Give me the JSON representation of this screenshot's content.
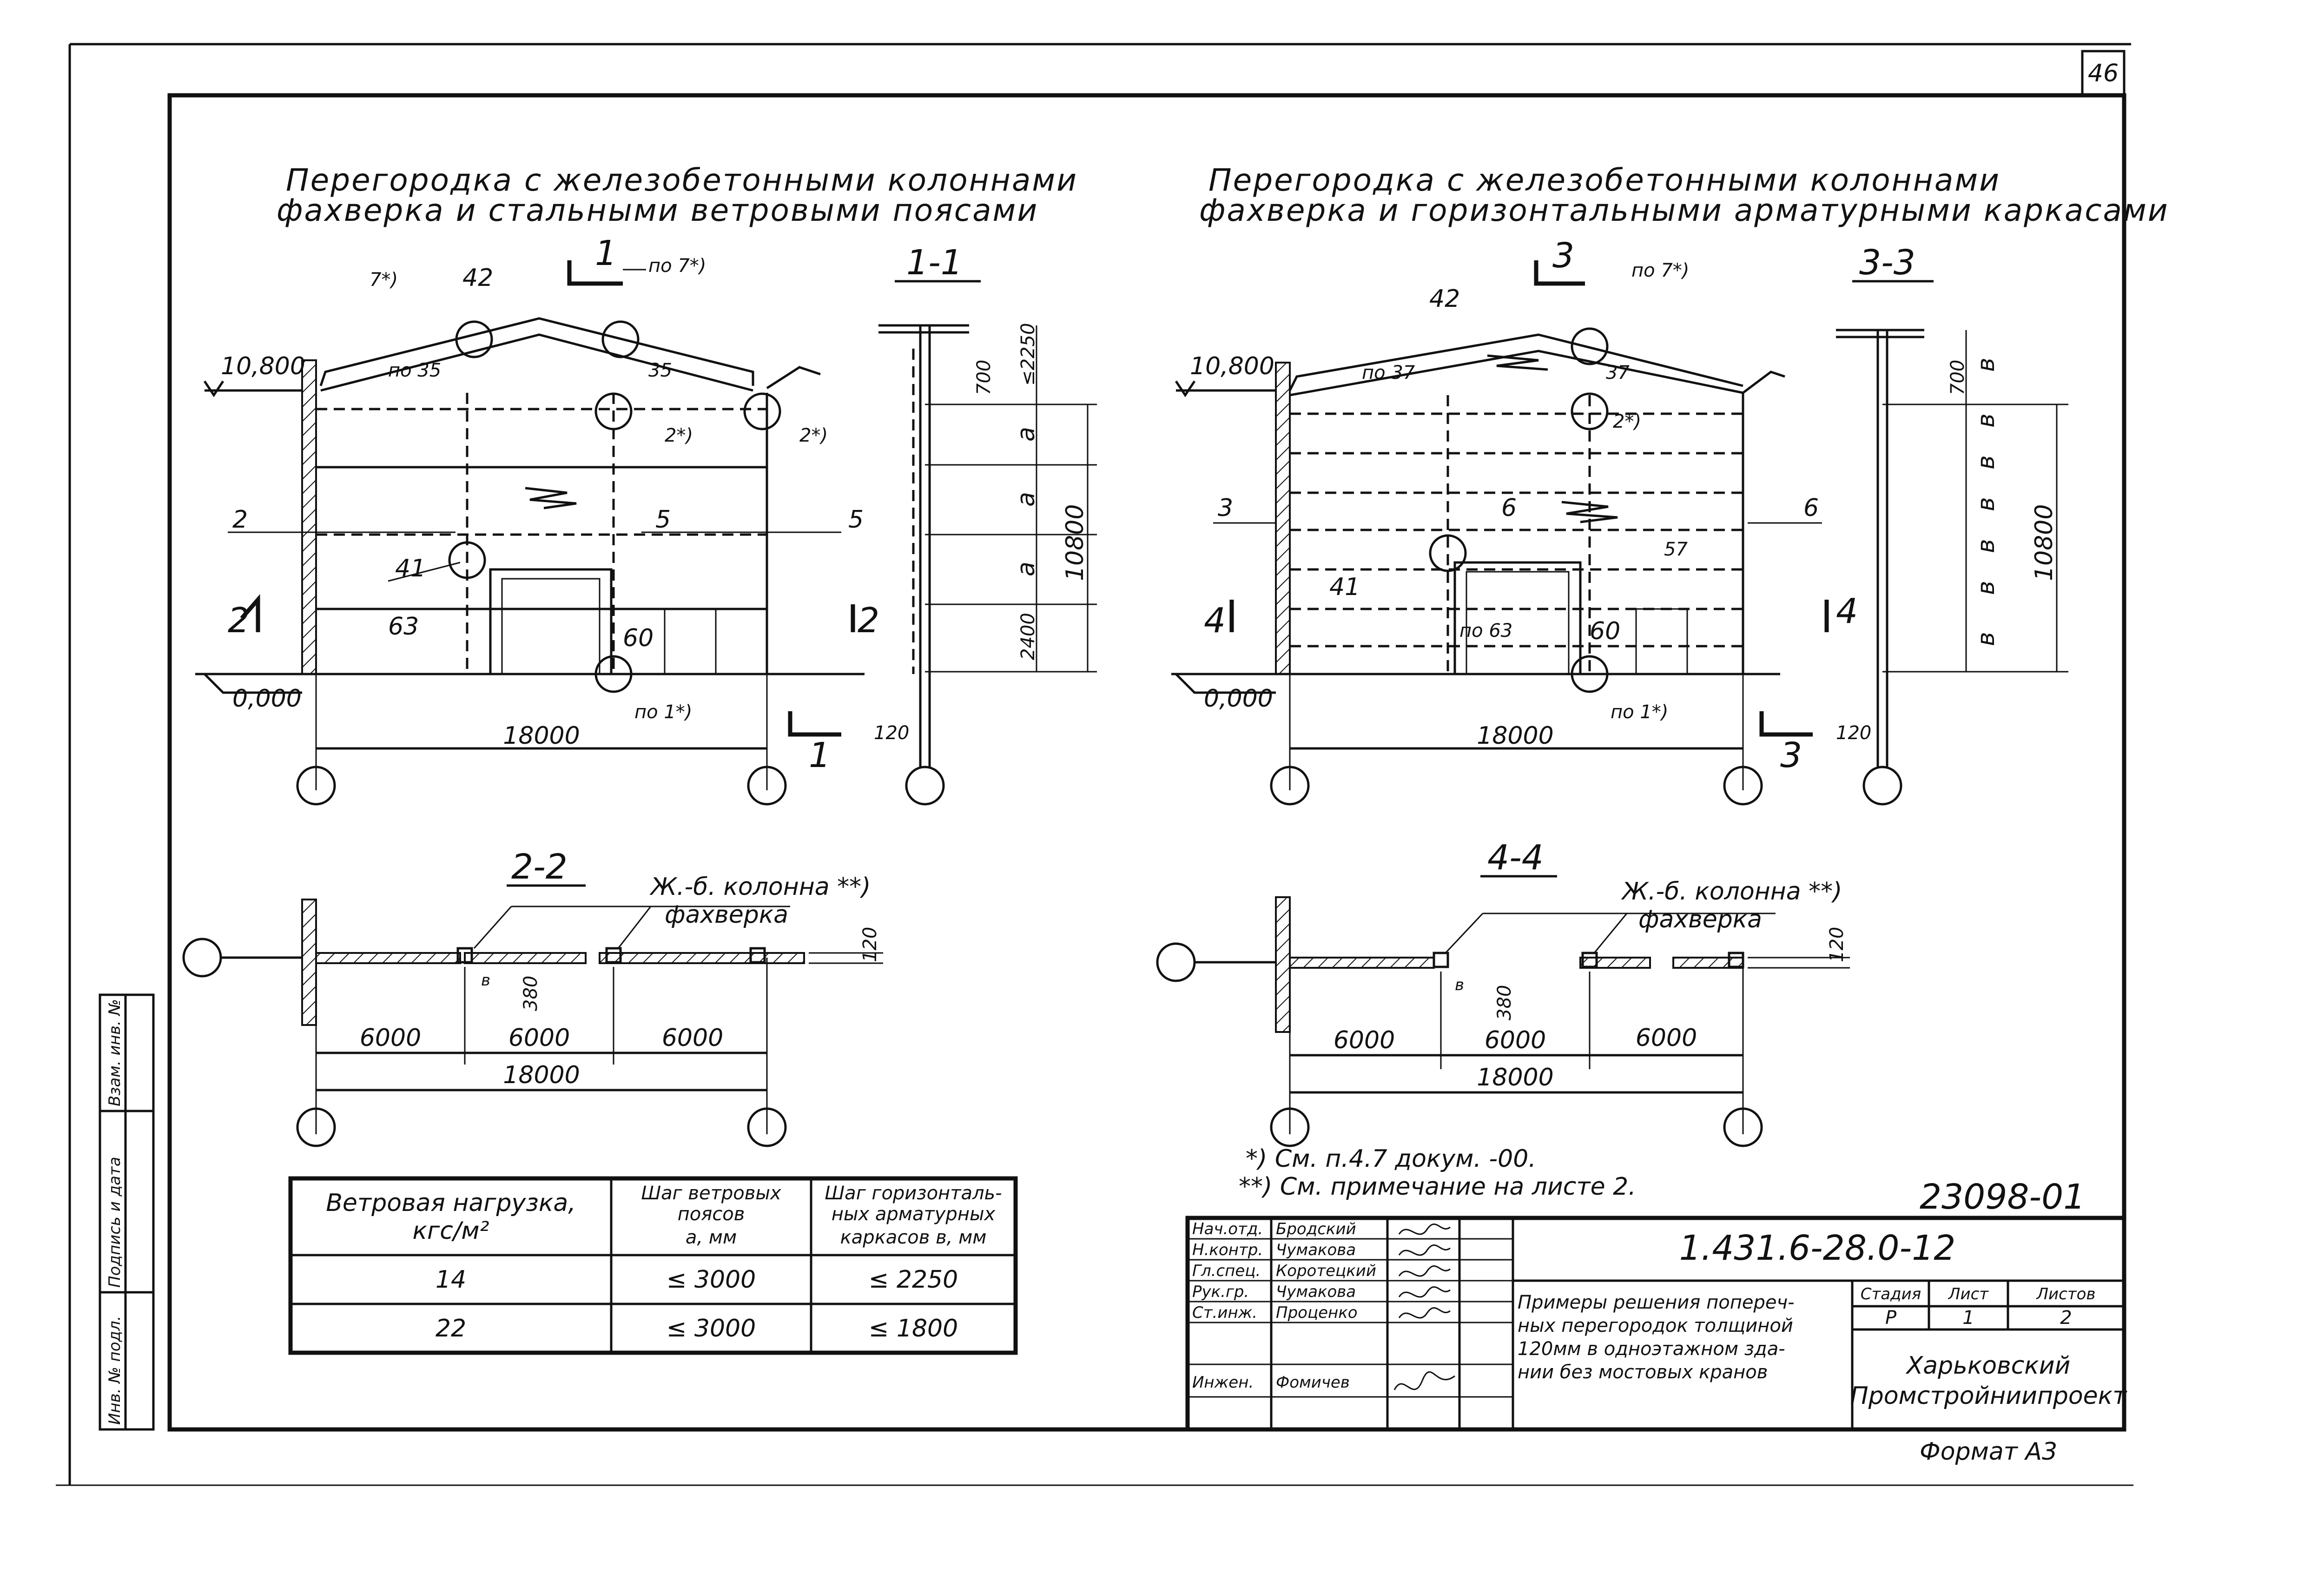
{
  "sheet_number": "46",
  "left_section": {
    "title_line1": "Перегородка с железобетонными колоннами",
    "title_line2": "фахверка и стальными ветровыми поясами",
    "section_label": "1-1",
    "elevation_top": "10,800",
    "elevation_zero": "0,000",
    "span": "18000",
    "cut_mark": "1",
    "cut_mark_2": "2",
    "labels": {
      "l7": "7*)",
      "l42": "42",
      "po7": "по 7*)",
      "po35": "по 35",
      "l35": "35",
      "l2star": "2*)",
      "l2star_b": "2*)",
      "l2": "2",
      "l5": "5",
      "l5b": "5",
      "l41": "41",
      "l63": "63",
      "l60": "60",
      "po1": "по 1*)"
    },
    "section_dims": {
      "d2250": "≤2250",
      "d700": "700",
      "da1": "a",
      "da2": "a",
      "da3": "a",
      "d2400": "2400",
      "d10800": "10800",
      "d120": "120"
    }
  },
  "right_section": {
    "title_line1": "Перегородка с железобетонными колоннами",
    "title_line2": "фахверка и горизонтальными арматурными каркасами",
    "section_label": "3-3",
    "elevation_top": "10,800",
    "elevation_zero": "0,000",
    "span": "18000",
    "cut_mark": "3",
    "cut_mark_4": "4",
    "labels": {
      "l42": "42",
      "po7": "по 7*)",
      "po37": "по 37",
      "l37": "37",
      "l2star": "2*)",
      "l3": "3",
      "l6": "6",
      "l6b": "6",
      "l57": "57",
      "l41": "41",
      "po63": "по 63",
      "l60": "60",
      "po1": "по 1*)"
    },
    "section_dims": {
      "d700": "700",
      "db": "в",
      "d10800": "10800",
      "d120": "120"
    }
  },
  "plan_2_2": {
    "label": "2-2",
    "column_note_line1": "Ж.-б. колонна **)",
    "column_note_line2": "фахверка",
    "d1": "6000",
    "d2": "6000",
    "d3": "6000",
    "total": "18000",
    "d380": "380",
    "d120": "120",
    "db": "в"
  },
  "plan_4_4": {
    "label": "4-4",
    "column_note_line1": "Ж.-б. колонна **)",
    "column_note_line2": "фахверка",
    "d1": "6000",
    "d2": "6000",
    "d3": "6000",
    "total": "18000",
    "d380": "380",
    "d120": "120",
    "db": "в"
  },
  "footnotes": {
    "f1": "*) См. п.4.7 докум. -00.",
    "f2": "**) См. примечание на листе 2."
  },
  "table": {
    "headers": [
      [
        "Ветровая нагрузка,",
        "кгс/м²"
      ],
      [
        "Шаг ветровых",
        "поясов",
        "a, мм"
      ],
      [
        "Шаг горизонталь-",
        "ных арматурных",
        "каркасов в, мм"
      ]
    ],
    "rows": [
      [
        "14",
        "≤ 3000",
        "≤ 2250"
      ],
      [
        "22",
        "≤ 3000",
        "≤ 1800"
      ]
    ]
  },
  "side_stamp": {
    "col1": "Инв. № подл.",
    "col2": "Подпись и дата",
    "col3": "Взам. инв. №"
  },
  "title_block": {
    "project_no": "23098-01",
    "doc_code": "1.431.6-28.0-12",
    "roles": [
      [
        "Нач.отд.",
        "Бродский"
      ],
      [
        "Н.контр.",
        "Чумакова"
      ],
      [
        "Гл.спец.",
        "Коротецкий"
      ],
      [
        "Рук.гр.",
        "Чумакова"
      ],
      [
        "Ст.инж.",
        "Проценко"
      ],
      [
        "",
        ""
      ],
      [
        "Инжен.",
        "Фомичев"
      ]
    ],
    "description": [
      "Примеры решения попереч-",
      "ных перегородок толщиной",
      "120мм в одноэтажном зда-",
      "нии без мостовых кранов"
    ],
    "stage_header": "Стадия",
    "sheet_header": "Лист",
    "sheets_header": "Листов",
    "stage": "Р",
    "sheet": "1",
    "sheets": "2",
    "org_line1": "Харьковский",
    "org_line2": "Промстройниипроект",
    "format": "Формат А3"
  }
}
